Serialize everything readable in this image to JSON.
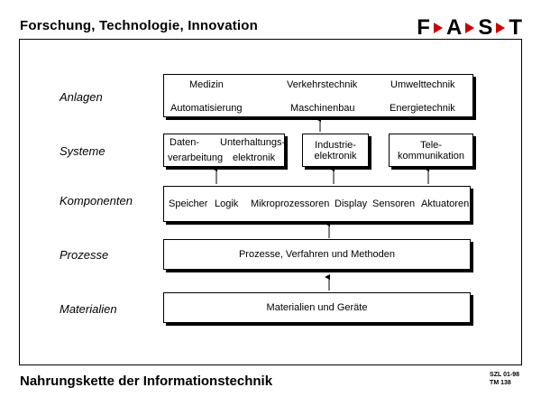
{
  "header": {
    "title": "Forschung, Technologie, Innovation"
  },
  "logo": {
    "letters": [
      "F",
      "A",
      "S",
      "T"
    ]
  },
  "levels": [
    "Anlagen",
    "Systeme",
    "Komponenten",
    "Prozesse",
    "Materialien"
  ],
  "anlagen": {
    "items": [
      "Medizin",
      "Verkehrstechnik",
      "Umwelttechnik",
      "Automatisierung",
      "Maschinenbau",
      "Energietechnik"
    ]
  },
  "systeme": {
    "box1": {
      "line1_left": "Daten-",
      "line1_right": "Unterhaltungs-",
      "line2_left": "verarbeitung",
      "line2_right": "elektronik"
    },
    "box2": {
      "line1": "Industrie-",
      "line2": "elektronik"
    },
    "box3": {
      "line1": "Tele-",
      "line2": "kommunikation"
    }
  },
  "komponenten": {
    "items": [
      "Speicher",
      "Logik",
      "Mikroprozessoren",
      "Display",
      "Sensoren",
      "Aktuatoren"
    ]
  },
  "prozesse": {
    "label": "Prozesse, Verfahren und Methoden"
  },
  "materialien": {
    "label": "Materialien und Geräte"
  },
  "footer": {
    "title": "Nahrungskette der Informationstechnik",
    "code1": "SZL 01-98",
    "code2": "TM 138"
  },
  "colors": {
    "accent": "#d00000",
    "line": "#000000"
  }
}
